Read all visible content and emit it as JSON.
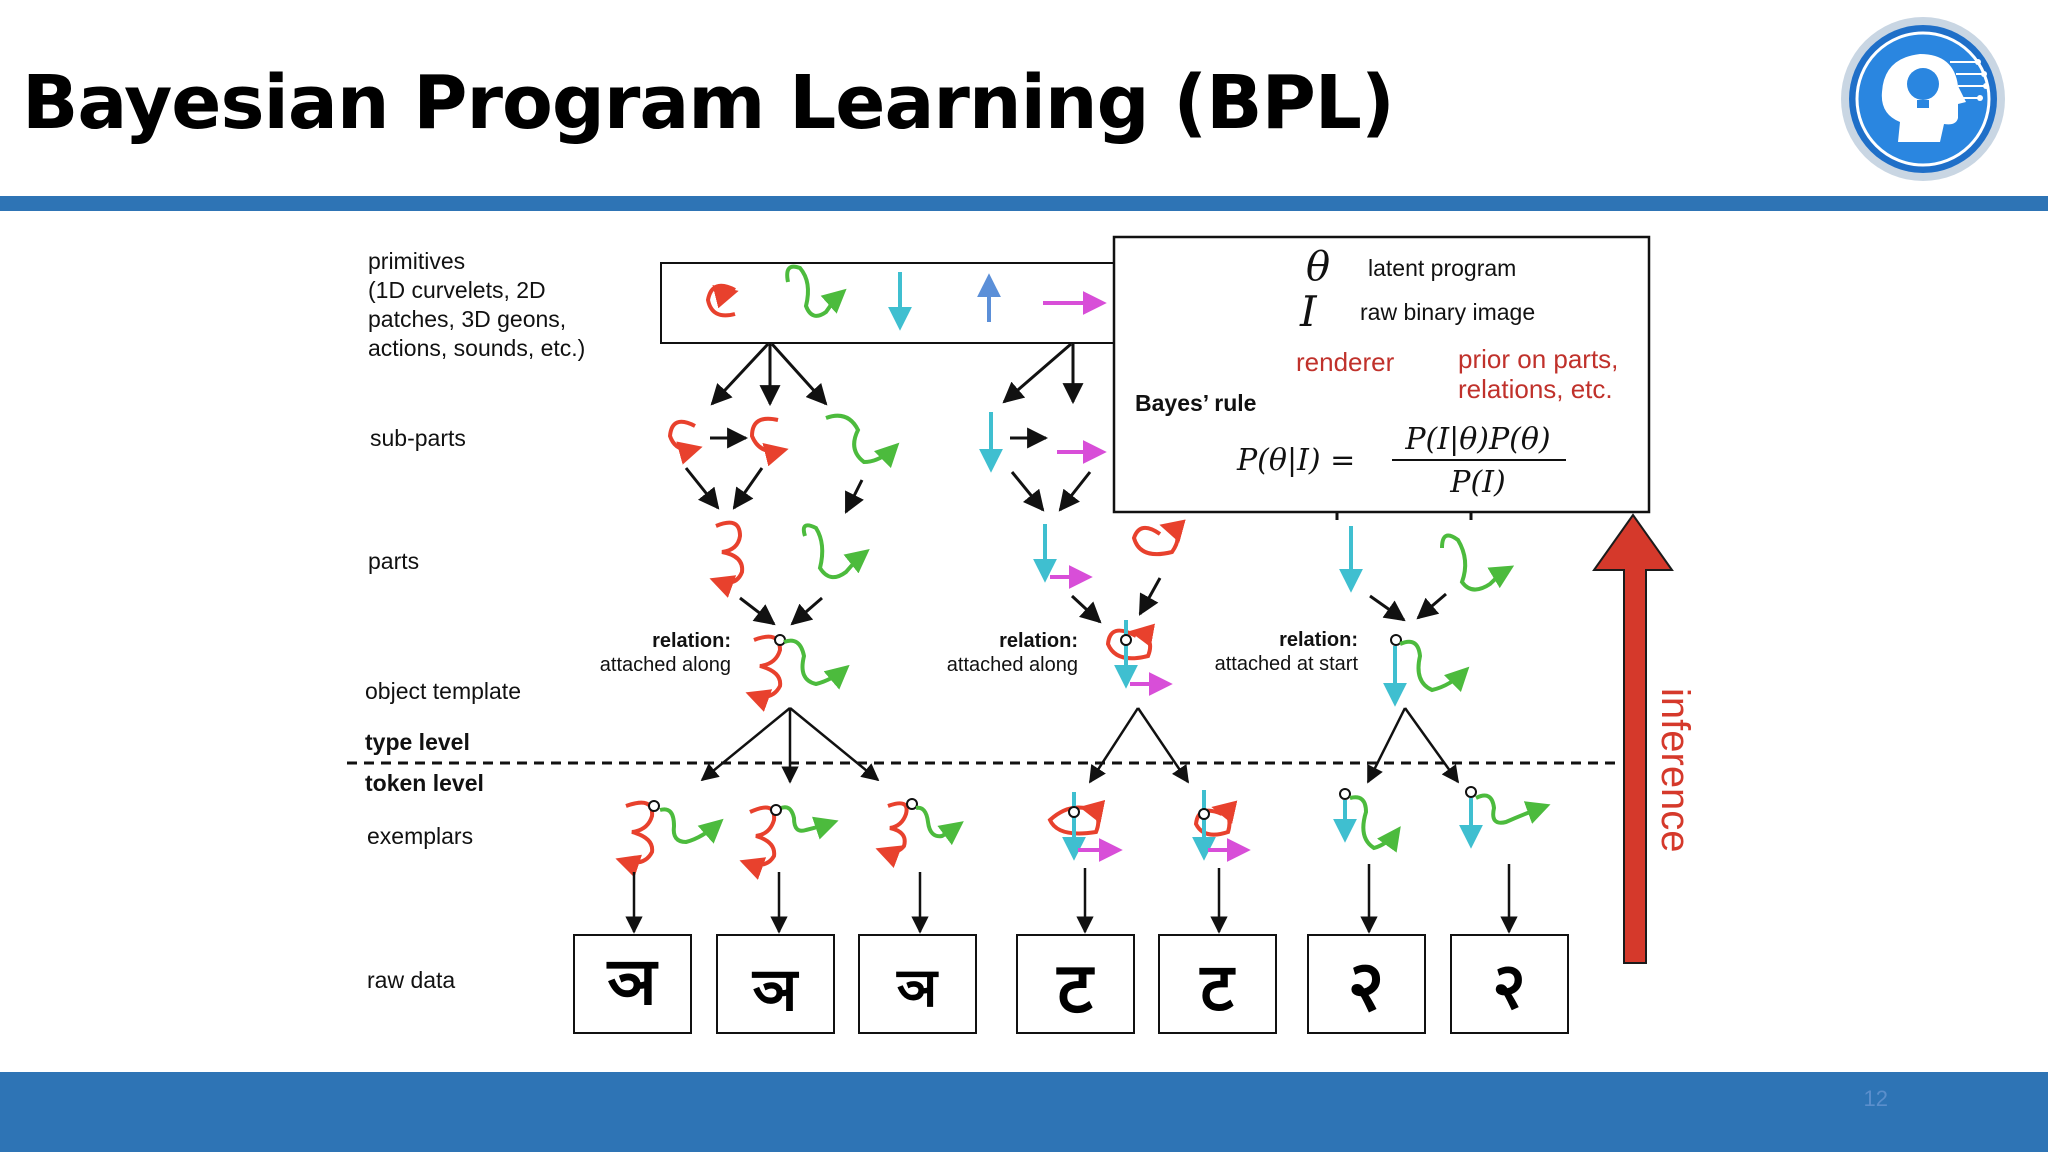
{
  "title": "Bayesian Program Learning (BPL)",
  "page_number": "12",
  "logo": {
    "icon": "brain-head-circuit-logo-icon"
  },
  "diagram": {
    "levels": {
      "primitives": [
        "primitives",
        "(1D curvelets, 2D",
        "patches, 3D geons,",
        "actions, sounds, etc.)"
      ],
      "sub_parts": "sub-parts",
      "parts": "parts",
      "object_template": "object template",
      "type_level": "type level",
      "token_level": "token level",
      "exemplars": "exemplars",
      "raw_data": "raw data"
    },
    "relations": [
      {
        "title": "relation:",
        "text": "attached along"
      },
      {
        "title": "relation:",
        "text": "attached along"
      },
      {
        "title": "relation:",
        "text": "attached at start"
      }
    ],
    "legend": {
      "theta_symbol": "θ",
      "theta_label": "latent program",
      "i_symbol": "I",
      "i_label": "raw binary image",
      "renderer": "renderer",
      "prior": [
        "prior on parts,",
        "relations, etc."
      ],
      "bayes_rule": "Bayes’ rule",
      "formula_lhs": "P(θ|I) =",
      "formula_num": "P(I|θ)P(θ)",
      "formula_den": "P(I)"
    },
    "inference": "inference",
    "raw_glyphs": [
      "ञ",
      "ञ",
      "ञ",
      "ट",
      "ट",
      "२",
      "२"
    ],
    "colors": {
      "red": "#e8412d",
      "green": "#4cbb3d",
      "cyan": "#3fbfd0",
      "blue": "#5b8fd8",
      "magenta": "#d84ed8",
      "accent": "#2e74b5",
      "inference_arrow": "#d5392b"
    }
  }
}
